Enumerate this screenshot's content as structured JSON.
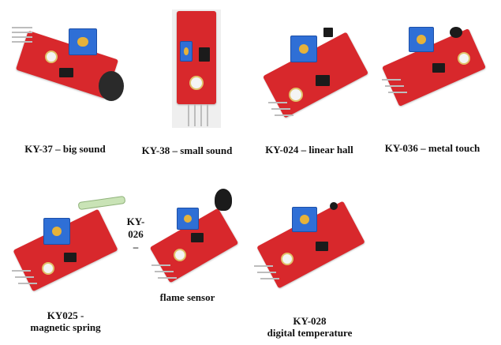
{
  "modules": [
    {
      "caption": "KY-37 – big sound"
    },
    {
      "caption": "KY-38 – small sound"
    },
    {
      "caption": "KY-024 – linear hall"
    },
    {
      "caption": "KY-036 – metal touch"
    },
    {
      "caption_lines": [
        "KY025 -",
        "magnetic spring"
      ]
    },
    {
      "caption_lines": [
        "KY-",
        "026",
        "–"
      ]
    },
    {
      "caption": "flame sensor"
    },
    {
      "caption_lines": [
        "KY-028",
        "digital temperature"
      ]
    }
  ],
  "colors": {
    "pcb": "#d8282c",
    "potentiometer": "#2f6fd6",
    "background": "#ffffff"
  }
}
